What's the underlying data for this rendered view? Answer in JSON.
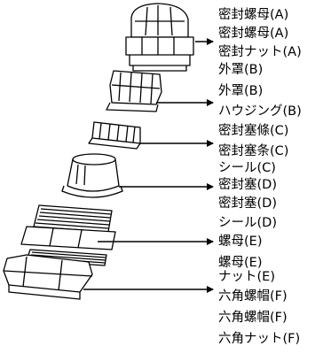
{
  "groups": [
    {
      "id": "A",
      "labels": [
        "密封螺母(A)",
        "密封螺母(A)",
        "密封ナット(A)"
      ]
    },
    {
      "id": "B",
      "labels": [
        "外罩(B)",
        "外罩(B)",
        "ハウジング(B)"
      ]
    },
    {
      "id": "C",
      "labels": [
        "密封塞條(C)",
        "密封塞条(C)",
        "シール(C)"
      ]
    },
    {
      "id": "D",
      "labels": [
        "密封塞(D)",
        "密封塞(D)",
        "シール(D)"
      ]
    },
    {
      "id": "E",
      "labels": [
        "螺母(E)",
        "螺母(E)",
        "ナット(E)"
      ]
    },
    {
      "id": "F",
      "labels": [
        "六角螺帽(F)",
        "六角螺帽(F)",
        "六角ナット(F)"
      ]
    }
  ]
}
